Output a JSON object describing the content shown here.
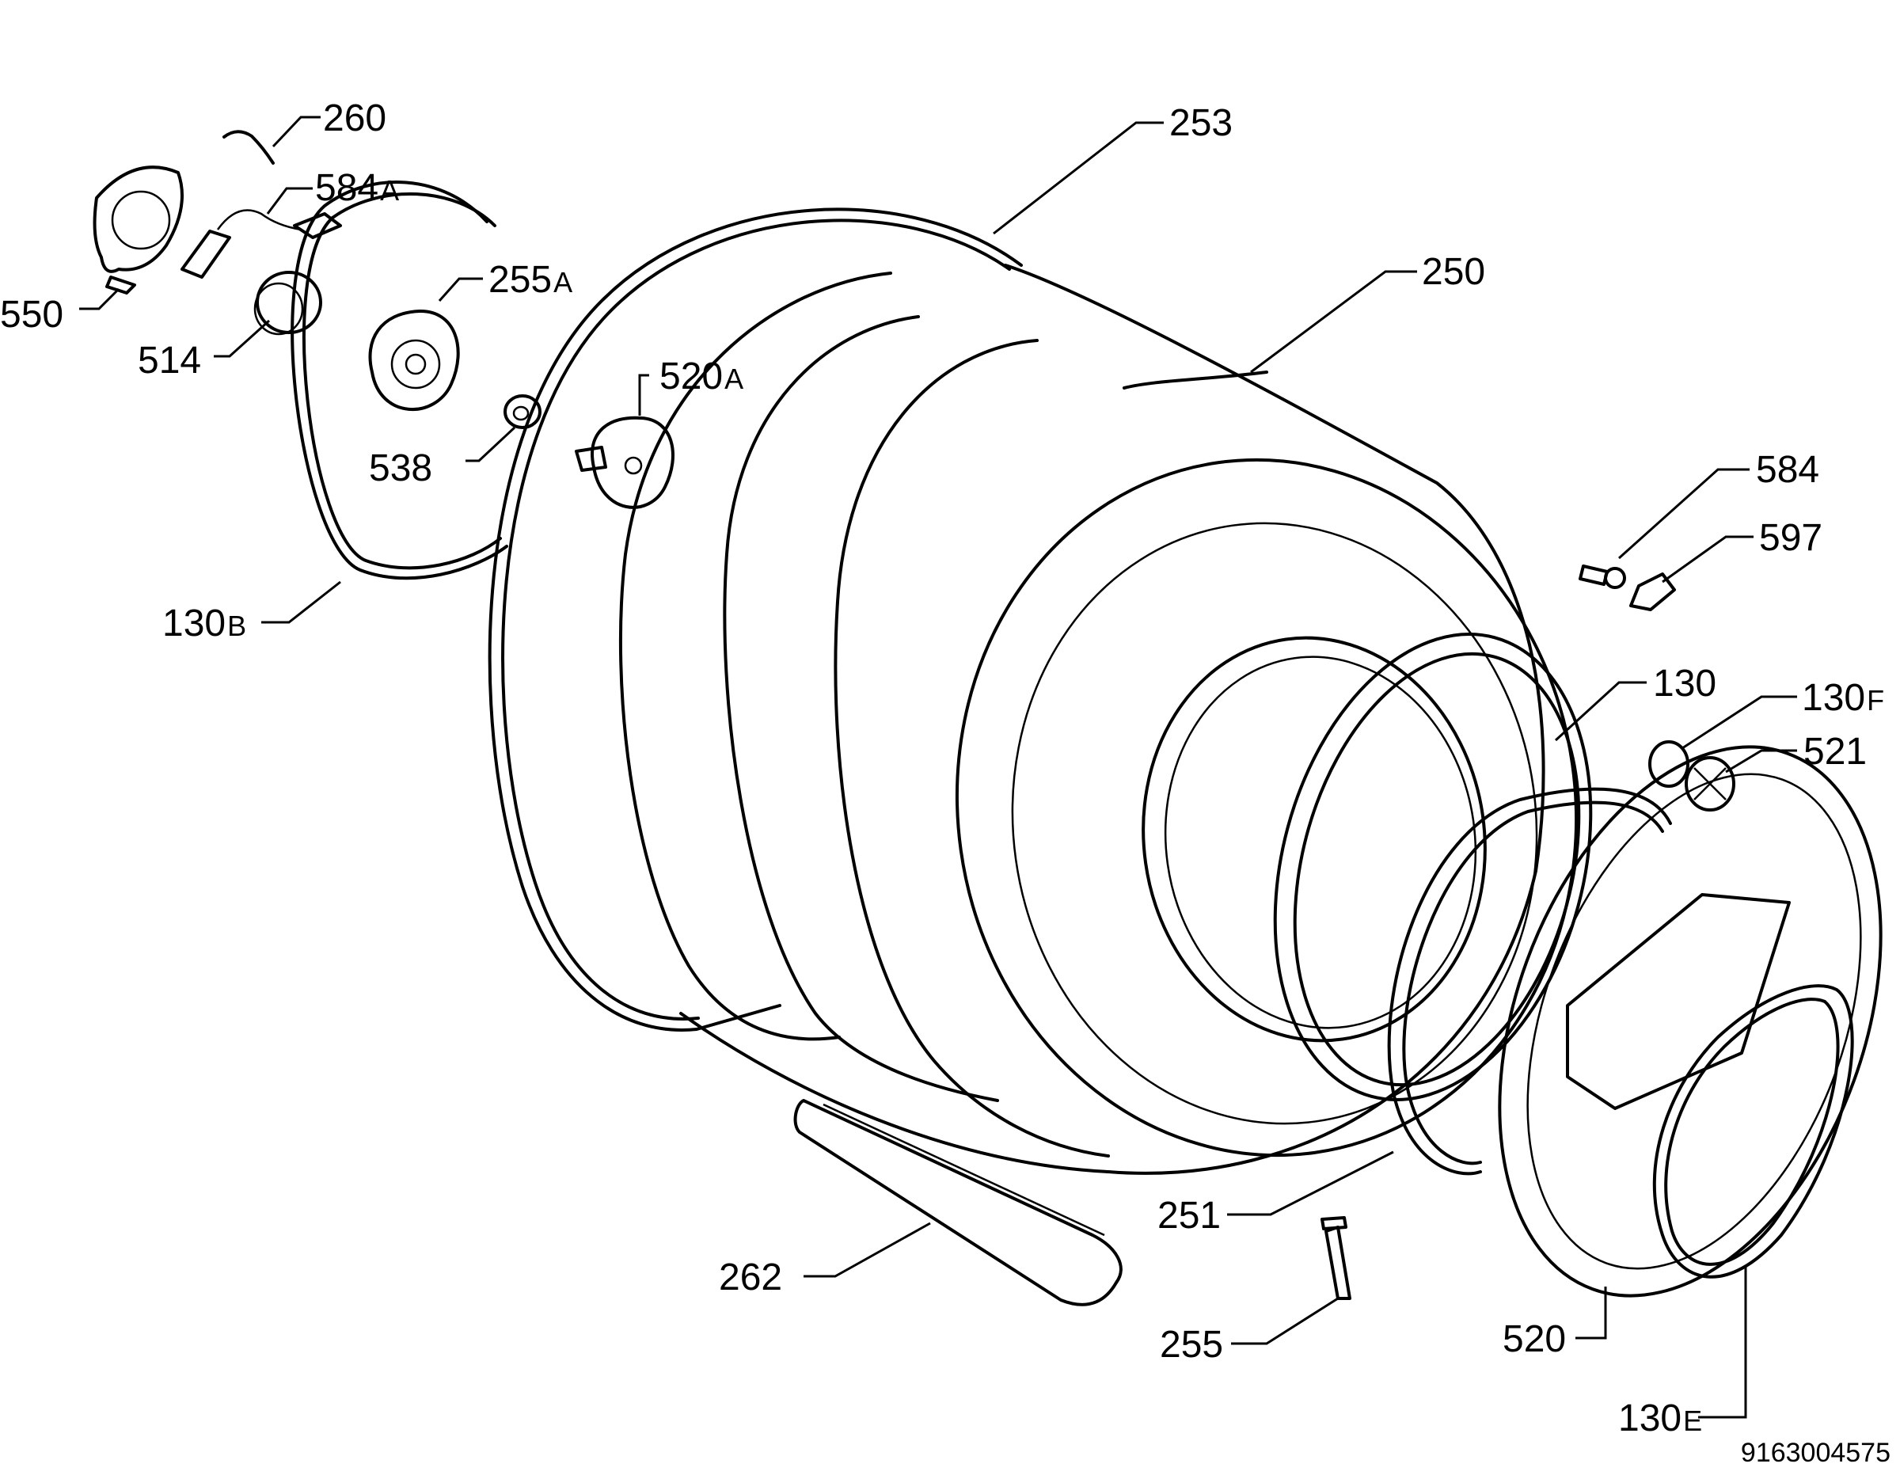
{
  "labels": {
    "p260": {
      "num": "260",
      "suf": ""
    },
    "p584a": {
      "num": "584",
      "suf": "A"
    },
    "p550": {
      "num": "550",
      "suf": ""
    },
    "p514": {
      "num": "514",
      "suf": ""
    },
    "p255a": {
      "num": "255",
      "suf": "A"
    },
    "p253": {
      "num": "253",
      "suf": ""
    },
    "p250": {
      "num": "250",
      "suf": ""
    },
    "p520a": {
      "num": "520",
      "suf": "A"
    },
    "p538": {
      "num": "538",
      "suf": ""
    },
    "p130b": {
      "num": "130",
      "suf": "B"
    },
    "p584": {
      "num": "584",
      "suf": ""
    },
    "p597": {
      "num": "597",
      "suf": ""
    },
    "p130": {
      "num": "130",
      "suf": ""
    },
    "p130f": {
      "num": "130",
      "suf": "F"
    },
    "p521": {
      "num": "521",
      "suf": ""
    },
    "p251": {
      "num": "251",
      "suf": ""
    },
    "p262": {
      "num": "262",
      "suf": ""
    },
    "p255": {
      "num": "255",
      "suf": ""
    },
    "p520": {
      "num": "520",
      "suf": ""
    },
    "p130e": {
      "num": "130",
      "suf": "E"
    }
  },
  "document_id": "9163004575"
}
